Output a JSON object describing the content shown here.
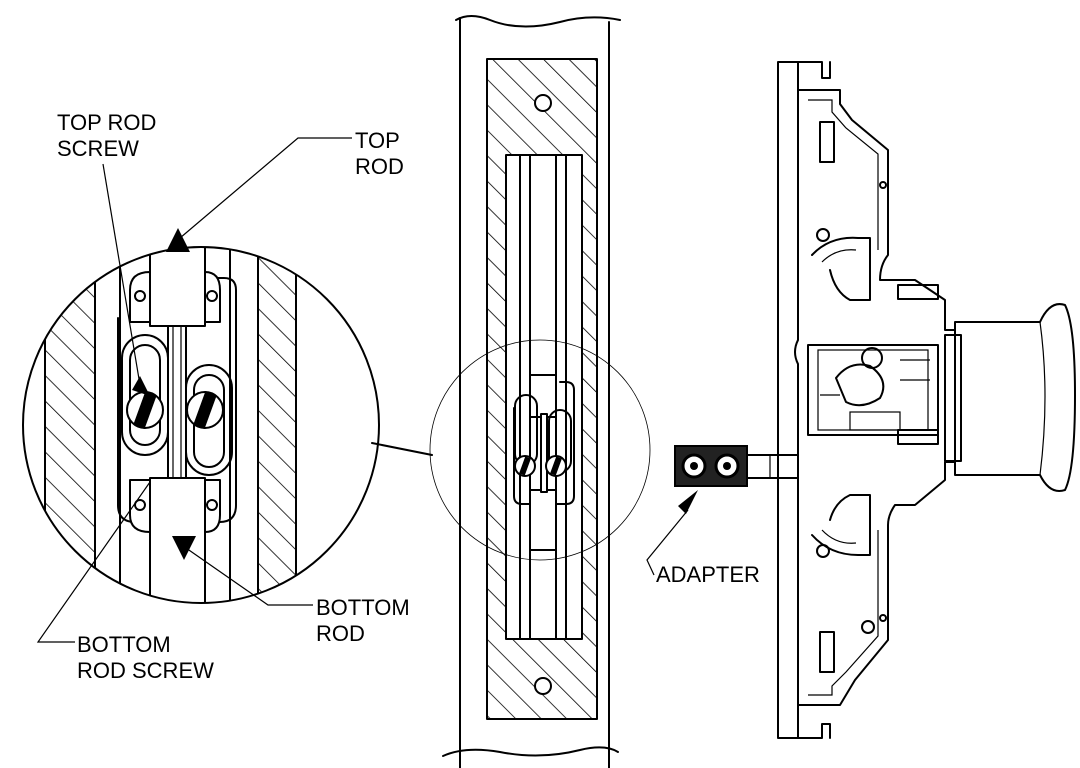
{
  "figure": {
    "callouts": {
      "top_rod_screw": [
        "TOP ROD",
        "SCREW"
      ],
      "top_rod": [
        "TOP",
        "ROD"
      ],
      "bottom_rod": [
        "BOTTOM",
        "ROD"
      ],
      "bottom_rod_screw": [
        "BOTTOM",
        "ROD SCREW"
      ],
      "adapter": "ADAPTER"
    },
    "views": [
      "detail-magnified-view",
      "door-edge-section-view",
      "exit-device-side-view"
    ]
  }
}
